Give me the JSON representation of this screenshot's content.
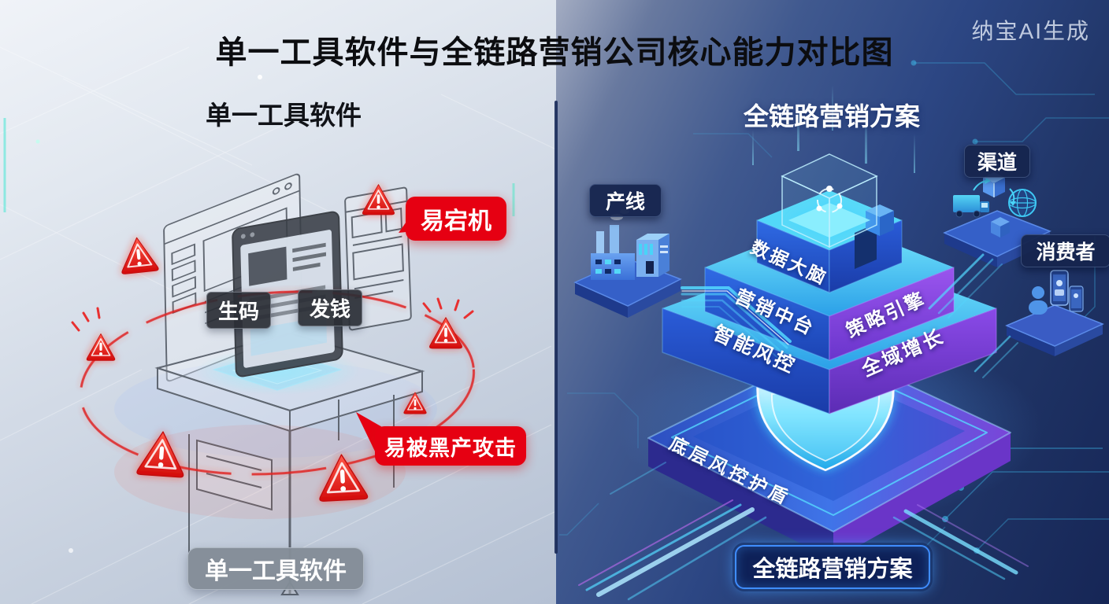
{
  "watermark": "纳宝AI生成",
  "title": "单一工具软件与全链路营销公司核心能力对比图",
  "left": {
    "header": "单一工具软件",
    "tool_tags": [
      "生码",
      "发钱"
    ],
    "callout_crash": "易宕机",
    "callout_attack": "易被黑产攻击",
    "bottom_badge": "单一工具软件",
    "warning_icon": "warning-triangle",
    "alert_red": "#e60012"
  },
  "right": {
    "header": "全链路营销方案",
    "pyramid": {
      "tier1_left": "数据大脑",
      "tier2_left": "营销中台",
      "tier2_right": "策略引擎",
      "tier3_left": "智能风控",
      "tier3_right": "全域增长",
      "base_edge": "底层风控护盾",
      "shield_icon": "shield"
    },
    "nodes": {
      "production": "产线",
      "channel": "渠道",
      "consumer": "消费者"
    },
    "bottom_badge": "全链路营销方案",
    "accent_cyan": "#49d6f6",
    "cta_border": "#3f8dff"
  }
}
